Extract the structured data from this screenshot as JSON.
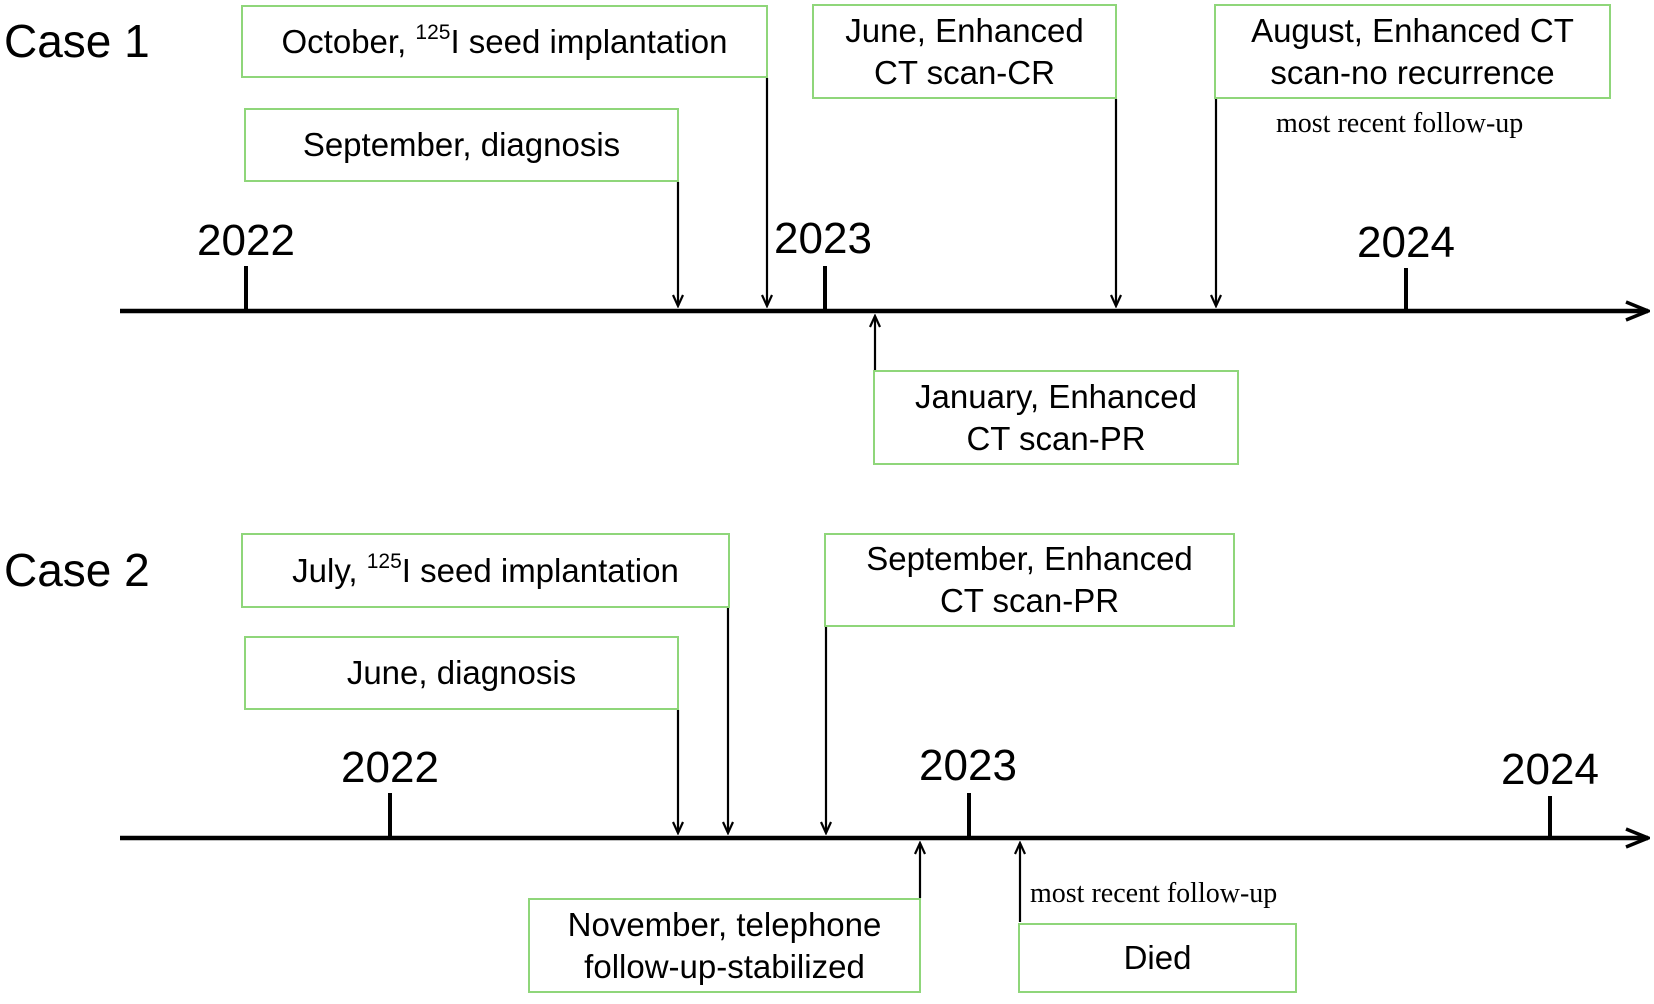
{
  "case1": {
    "title": "Case 1",
    "years": [
      "2022",
      "2023",
      "2024"
    ],
    "events": {
      "oct_seed": {
        "month": "October, ",
        "isotope": "125",
        "rest": "I seed implantation"
      },
      "sep_diag": "September, diagnosis",
      "jun_ct": [
        "June, Enhanced",
        "CT scan-CR"
      ],
      "aug_ct": [
        "August, Enhanced CT",
        "scan-no recurrence"
      ],
      "jan_ct": [
        "January, Enhanced",
        "CT scan-PR"
      ]
    },
    "note_recent": "most recent follow-up"
  },
  "case2": {
    "title": "Case 2",
    "years": [
      "2022",
      "2023",
      "2024"
    ],
    "events": {
      "jul_seed": {
        "month": "July, ",
        "isotope": "125",
        "rest": "I seed implantation"
      },
      "jun_diag": "June, diagnosis",
      "sep_ct": [
        "September, Enhanced",
        "CT scan-PR"
      ],
      "nov_tel": [
        "November, telephone",
        "follow-up-stabilized"
      ],
      "died": "Died"
    },
    "note_recent": "most recent follow-up"
  },
  "colors": {
    "box_border": "#8fd67a",
    "line": "#000000"
  }
}
